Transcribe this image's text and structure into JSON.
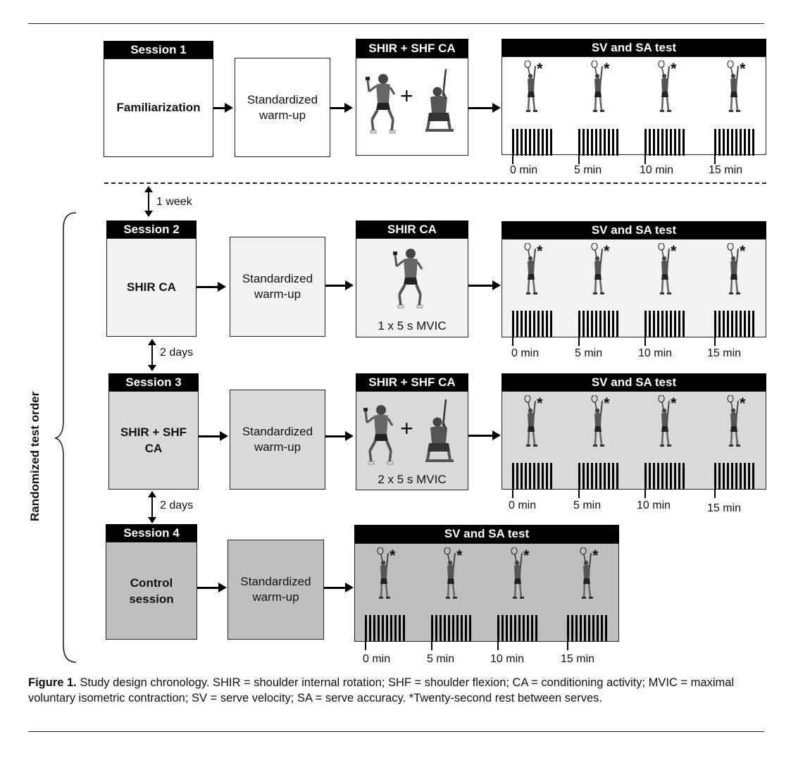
{
  "session1": {
    "header": "Session 1",
    "label": "Familiarization",
    "warmup": "Standardized\nwarm-up",
    "ca_header": "SHIR + SHF CA",
    "test_header": "SV and SA test",
    "times": [
      "0 min",
      "5 min",
      "10 min",
      "15 min"
    ]
  },
  "gap1": "1  week",
  "session2": {
    "header": "Session 2",
    "label": "SHIR CA",
    "warmup": "Standardized\nwarm-up",
    "ca_header": "SHIR CA",
    "ca_note": "1 x 5 s MVIC",
    "test_header": "SV and SA test",
    "times": [
      "0 min",
      "5 min",
      "10 min",
      "15 min"
    ]
  },
  "gap2": "2  days",
  "session3": {
    "header": "Session 3",
    "label": "SHIR + SHF\nCA",
    "warmup": "Standardized\nwarm-up",
    "ca_header": "SHIR + SHF CA",
    "ca_note": "2 x 5 s MVIC",
    "test_header": "SV and SA test",
    "times": [
      "0 min",
      "5 min",
      "10 min",
      "15 min"
    ]
  },
  "gap3": "2  days",
  "session4": {
    "header": "Session 4",
    "label": "Control\nsession",
    "warmup": "Standardized\nwarm-up",
    "test_header": "SV and SA test",
    "times": [
      "0 min",
      "5 min",
      "10 min",
      "15 min"
    ]
  },
  "side_label": "Randomized test order",
  "plus": "+",
  "asterisk": "*",
  "caption": {
    "lead": "Figure 1.",
    "text": " Study design chronology. SHIR = shoulder internal rotation; SHF = shoulder flexion; CA = conditioning activity; MVIC = maximal voluntary isometric contraction; SV = serve velocity; SA = serve accuracy. *Twenty-second rest between serves."
  },
  "colors": {
    "session1_fill": "#ffffff",
    "session2_fill": "#f2f2f2",
    "session3_fill": "#d9d9d9",
    "session4_fill": "#bfbfbf",
    "header_fill": "#000000"
  }
}
